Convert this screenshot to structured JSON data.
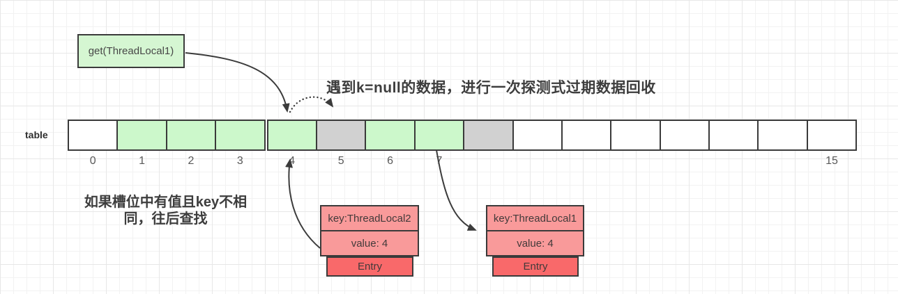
{
  "get_box_label": "get(ThreadLocal1)",
  "top_annotation": "遇到k=null的数据，进行一次探测式过期数据回收",
  "left_annotation": {
    "line1": "如果槽位中有值且key不相",
    "line2": "同，往后查找"
  },
  "table_label": "table",
  "cells": [
    {
      "label": "0",
      "state": "empty"
    },
    {
      "label": "1",
      "state": "filled"
    },
    {
      "label": "2",
      "state": "filled"
    },
    {
      "label": "3",
      "state": "filled"
    },
    {
      "label": "4",
      "state": "filled",
      "gap_before": true
    },
    {
      "label": "5",
      "state": "stale"
    },
    {
      "label": "6",
      "state": "filled"
    },
    {
      "label": "7",
      "state": "filled"
    },
    {
      "label": "",
      "state": "stale"
    },
    {
      "label": "",
      "state": "empty"
    },
    {
      "label": "",
      "state": "empty"
    },
    {
      "label": "",
      "state": "empty"
    },
    {
      "label": "",
      "state": "empty"
    },
    {
      "label": "",
      "state": "empty"
    },
    {
      "label": "",
      "state": "empty"
    },
    {
      "label": "15",
      "state": "empty"
    }
  ],
  "entries": [
    {
      "key": "key:ThreadLocal2",
      "value": "value: 4",
      "label": "Entry"
    },
    {
      "key": "key:ThreadLocal1",
      "value": "value: 4",
      "label": "Entry"
    }
  ],
  "colors": {
    "get_box_fill": "#d5f6d2",
    "filled": "#ccf8cb",
    "stale": "#d1d1d1",
    "empty": "#ffffff",
    "entry_header": "#f99a9a",
    "entry_footer": "#f9696a",
    "border": "#3a3a3a",
    "arrow": "#3b3b3b",
    "text_dark": "#3d3d3d",
    "grid_minor": "#f2f2f2",
    "grid_major": "#e7e7e7"
  }
}
